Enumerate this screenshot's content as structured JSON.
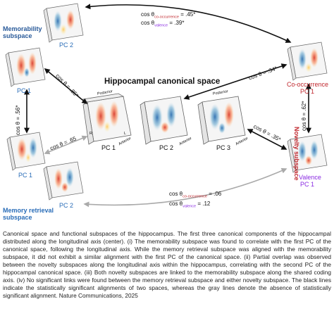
{
  "title": "Hippocampal canonical space",
  "memorability": {
    "title_line1": "Memorability",
    "title_line2": "subspace",
    "pc2": "PC 2",
    "pc1": "PC 1"
  },
  "memory_retrieval": {
    "pc1": "PC 1",
    "pc2": "PC 2",
    "title_line1": "Memory retrieval",
    "title_line2": "subspace"
  },
  "canonical": {
    "pc1": "PC 1",
    "pc2": "PC 2",
    "pc3": "PC 3",
    "axis_posterior": "Posterior",
    "axis_anterior": "Anterior",
    "axis_r": "R",
    "axis_l": "L"
  },
  "novelty": {
    "title": "Novelty subspace",
    "cooccurrence_line1": "Co-occurrence",
    "cooccurrence_line2": "PC 1",
    "valence_line1": "Valence",
    "valence_line2": "PC 1"
  },
  "stats": {
    "top_cos_cooc": "cos θ",
    "top_cooc_sub": "co-occurrence",
    "top_cooc_val": "= .45*",
    "top_cos_val": "cos θ",
    "top_val_sub": "valence",
    "top_val_val": "= .39*",
    "mem_pc1": "cos θ = .85*",
    "mem_retr": "cos θ = .56*",
    "retr_pc1": "cos θ = .65",
    "cooc_pc2": "cos θ = .34*",
    "cooc_val": "cos θ = .62*",
    "val_pc3": "cos θ = .35*",
    "bot_cos_cooc": "cos θ",
    "bot_cooc_sub": "co-occurrence",
    "bot_cooc_val": "= .06",
    "bot_cos_val": "cos θ",
    "bot_val_sub": "valence",
    "bot_val_val": "= .12"
  },
  "colors": {
    "memorability": "#2a5b9a",
    "memory_retrieval": "#2a6db8",
    "cooccurrence": "#c0272d",
    "valence": "#8a2be2",
    "novelty": "#c0272d",
    "significant": "#111111",
    "nonsignificant": "#aaaaaa"
  },
  "caption": "Canonical space and functional subspaces of the hippocampus. The first three canonical components of the hippocampal distributed along the longitudinal axis (center). (i) The memorability subspace was found to correlate with the first PC of the canonical space, following the longitudinal axis. While the memory retrieval subspace was aligned with the memorability subspace, it did not exhibit a similar alignment with the first PC of the canonical space. (ii) Partial overlap was observed between the novelty subspaces along the longitudinal axis within the hippocampus, correlating with the second PC of the hippocampal canonical space. (iii) Both novelty subspaces are linked to the memorability subspace along the shared coding axis. (iv) No significant links were found between the memory retrieval subspace and either novelty subspace. The black lines indicate the statistically significant alignments of two spaces, whereas the gray lines denote the absence of statistically significant alignment. Nature Communications, 2025"
}
